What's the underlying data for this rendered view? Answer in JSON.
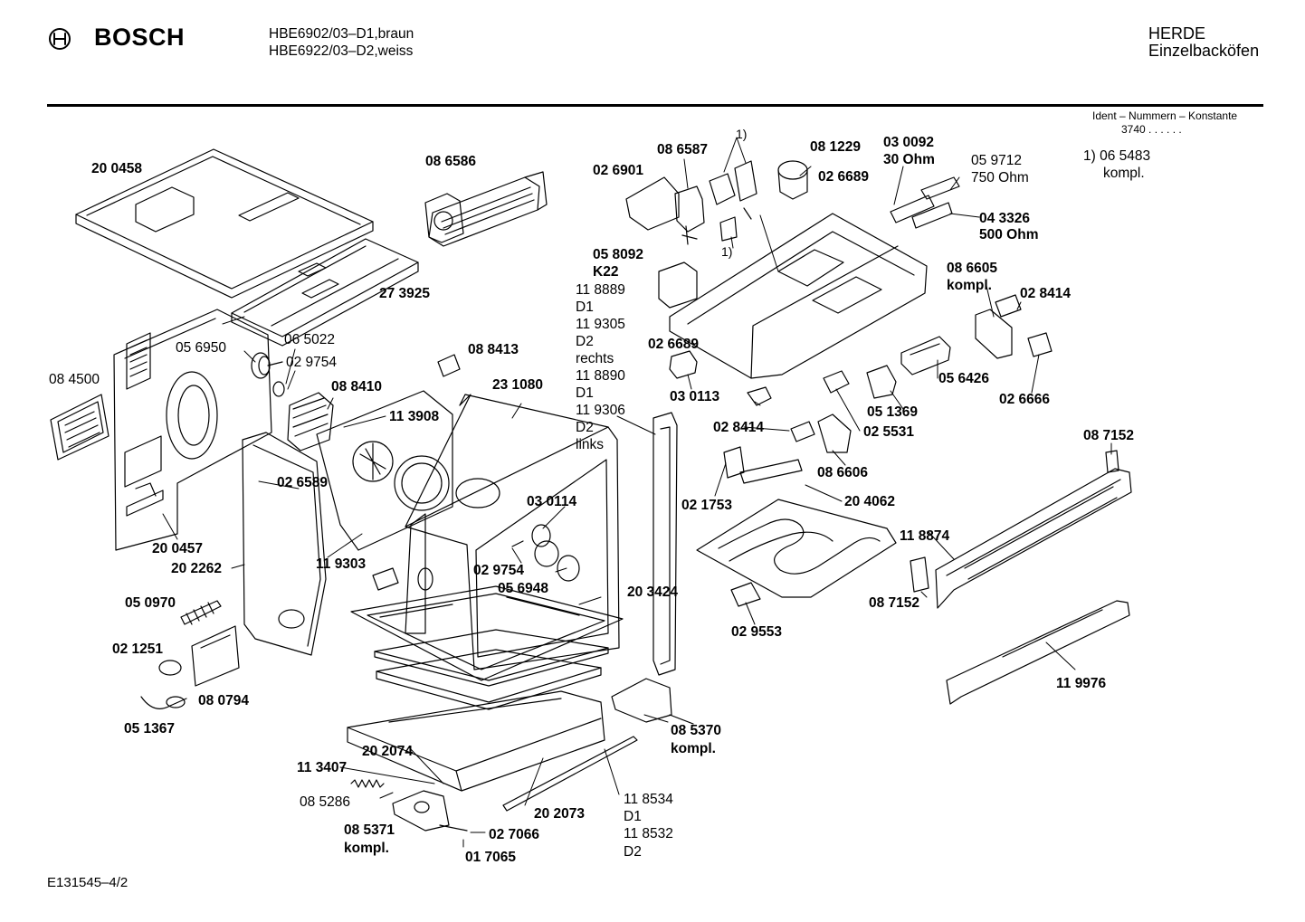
{
  "header": {
    "brand": "BOSCH",
    "model_lines": [
      "HBE6902/03–D1,braun",
      "HBE6922/03–D2,weiss"
    ],
    "category_lines": [
      "HERDE",
      "Einzelbacköfen"
    ]
  },
  "ident": {
    "label": "Ident – Nummern – Konstante",
    "value": "3740 . . . . . ."
  },
  "note": {
    "marker": "1)",
    "lines": [
      "06 5483",
      "kompl."
    ]
  },
  "footer": {
    "doc_code": "E131545–4/2"
  },
  "labels": {
    "l200458": "20 0458",
    "l086586": "08 6586",
    "l273925": "27 3925",
    "l084500": "08 4500",
    "l056950": "05 6950",
    "l065022": "06 5022",
    "l029754a": "02 9754",
    "l088410": "08 8410",
    "l113908": "11 3908",
    "l026589": "02 6589",
    "l200457": "20 0457",
    "l202262": "20 2262",
    "l050970": "05 0970",
    "l021251": "02 1251",
    "l080794": "08 0794",
    "l051367": "05 1367",
    "l088413": "08 8413",
    "l231080": "23 1080",
    "l113303": "11 9303",
    "l030114": "03 0114",
    "l029754b": "02 9754",
    "l056948": "05 6948",
    "l203424": "20 3424",
    "l113407": "11 3407",
    "l202074": "20 2074",
    "l085286": "08 5286",
    "l085371": "08 5371",
    "l085371k": "kompl.",
    "l027066": "02 7066",
    "l017065": "01 7065",
    "l202073": "20 2073",
    "l118534": "11 8534",
    "l118534d1": "D1",
    "l118532": "11 8532",
    "l118532d2": "D2",
    "l085370": "08 5370",
    "l085370k": "kompl.",
    "l026901": "02 6901",
    "l086587": "08 6587",
    "l1a": "1)",
    "l1b": "1)",
    "l081229": "08 1229",
    "l026689a": "02 6689",
    "l030092": "03 0092",
    "l30ohm": "30 Ohm",
    "l059712": "05 9712",
    "l750ohm": "750 Ohm",
    "l043326": "04 3326",
    "l500ohm": "500 Ohm",
    "l058092": "05 8092",
    "lk22": "K22",
    "l118889": "11 8889",
    "ld1a": "D1",
    "l119305": "11 9305",
    "ld2a": "D2",
    "lrechts": "rechts",
    "l118890": "11 8890",
    "ld1b": "D1",
    "l119306": "11 9306",
    "ld2b": "D2",
    "llinks": "links",
    "l026689b": "02 6689",
    "l030113": "03 0113",
    "l028414a": "02 8414",
    "l086606": "08 6606",
    "l021753": "02 1753",
    "l204062": "20 4062",
    "l029553": "02 9553",
    "l086605": "08 6605",
    "l086605k": "kompl.",
    "l028414b": "02 8414",
    "l056426": "05 6426",
    "l051369": "05 1369",
    "l025531": "02 5531",
    "l026666": "02 6666",
    "l087152a": "08 7152",
    "l118874": "11 8874",
    "l087152b": "08 7152",
    "l119976": "11 9976"
  }
}
